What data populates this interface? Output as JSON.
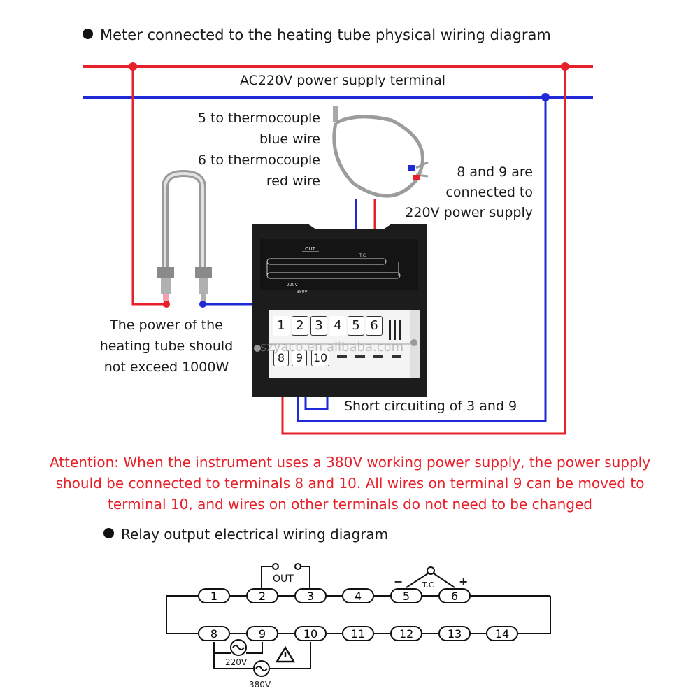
{
  "section1": {
    "heading": "Meter connected to the heating tube physical wiring diagram",
    "supply_label": "AC220V power supply terminal",
    "thermocouple_note": [
      "5 to thermocouple",
      "blue wire",
      "6 to thermocouple",
      "red wire"
    ],
    "power_note": [
      "8 and 9 are",
      "connected to",
      "220V power supply"
    ],
    "heater_note": [
      "The power of the",
      "heating tube should",
      "not exceed 1000W"
    ],
    "short_note": "Short circuiting of 3 and 9",
    "terminals_top": [
      "1",
      "2",
      "3",
      "4",
      "5",
      "6"
    ],
    "terminals_bottom": [
      "8",
      "9",
      "10"
    ],
    "watermark": "szyaco.en.alibaba.com",
    "meter_labels": {
      "out": "OUT",
      "tc": "T.C",
      "v220": "220V",
      "v380": "380V"
    }
  },
  "attention": {
    "lines": [
      "Attention: When the instrument uses a 380V working power supply, the power supply",
      "should be connected to terminals 8 and 10. All wires on terminal 9 can be moved to",
      "terminal 10, and wires on other terminals do not need to be changed"
    ]
  },
  "section2": {
    "heading": "Relay output electrical wiring diagram",
    "top_row": [
      "1",
      "2",
      "3",
      "4",
      "5",
      "6"
    ],
    "bottom_row": [
      "8",
      "9",
      "10",
      "11",
      "12",
      "13",
      "14"
    ],
    "out_label": "OUT",
    "tc_label": "T.C",
    "minus": "−",
    "plus": "+",
    "v220": "220V",
    "v380": "380V"
  },
  "colors": {
    "red_wire": "#e8202a",
    "blue_wire": "#1f2ad6",
    "text": "#1a1a1a",
    "meter_body": "#1c1c1c"
  }
}
